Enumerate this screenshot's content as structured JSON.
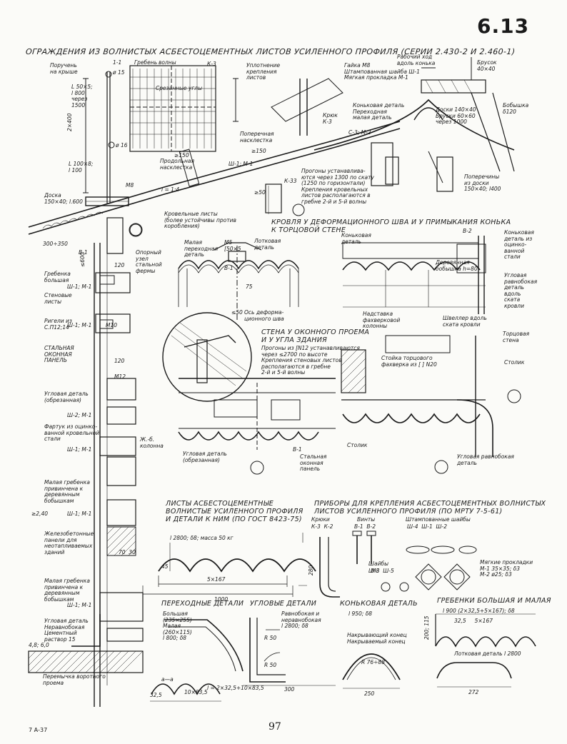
{
  "page_tag": "6.13",
  "title": "ОГРАЖДЕНИЯ ИЗ ВОЛНИСТЫХ АСБЕСТОЦЕМЕНТНЫХ ЛИСТОВ УСИЛЕННОГО ПРОФИЛЯ (СЕРИИ 2.430-2 И 2.460-1)",
  "page_number": "97",
  "footer_code": "7 А-37",
  "sections": {
    "deformation_seam": "КРОВЛЯ У ДЕФОРМАЦИОННОГО ШВА И У ПРИМЫКАНИЯ КОНЬКА\nК ТОРЦОВОЙ СТЕНЕ",
    "window_wall": "СТЕНА У ОКОННОГО ПРОЕМА\nИ У УГЛА ЗДАНИЯ",
    "sheets_details": "ЛИСТЫ АСБЕСТОЦЕМЕНТНЫЕ\nВОЛНИСТЫЕ УСИЛЕННОГО ПРОФИЛЯ\nИ ДЕТАЛИ К НИМ (ПО ГОСТ 8423-75)",
    "fasteners": "ПРИБОРЫ ДЛЯ КРЕПЛЕНИЯ АСБЕСТОЦЕМЕНТНЫХ ВОЛНИСТЫХ\nЛИСТОВ УСИЛЕННОГО ПРОФИЛЯ (ПО МРТУ 7-5-61)",
    "transition": "ПЕРЕХОДНЫЕ ДЕТАЛИ",
    "corner": "УГЛОВЫЕ ДЕТАЛИ",
    "ridge": "КОНЬКОВАЯ ДЕТАЛЬ",
    "gutter": "ГРЕБЕНКИ БОЛЬШАЯ И МАЛАЯ"
  },
  "labels": {
    "l01": "Поручень\nна крыше",
    "l02": "1-1",
    "l03": "Гребень",
    "l04": "волны",
    "l05": "К-3",
    "l06": "Уплотнение\nкрепления\nлистов",
    "l07": "Срезанные углы",
    "l08": "Поперечная\nнасклестка",
    "l09": "Продольная\nнасклестка",
    "l10": "Ш-1; М-1",
    "l11": "Гайка М8\nШтампованная шайба Ш-1\nМягкая прокладка М-1",
    "l12": "Рабочий ход\nвдоль конька",
    "l13": "Брусок\n40×40",
    "l14": "Коньковая деталь\nПереходная\nмалая деталь",
    "l15": "Доски 140×40\nБруски 60×60\nчерез 1000",
    "l16": "Бобышка\nδ120",
    "l17": "Крюк\nК-3",
    "l18": "С-3; М-2",
    "l19": "Прогоны устанавлива-\nются через 1300 по скату\n(1250 по горизонтали)\nКрепления кровельных\nлистов располагаются в\nгребне 2-й и 5-й волны",
    "l20": "Поперечины\nиз доски\n150×40; l400",
    "l21": "Доска\n150×40; l.600",
    "l22": "М8",
    "l23": "Кровельные листы\n(более устойчивы против\nкоробления)",
    "l24": "300÷350",
    "l25": "Опорный\nузел\nстальной\nфермы",
    "l26": "Гребенка\nбольшая",
    "l27": "Стеновые\nлисты",
    "l28": "Ригели из\nС.П12;14",
    "l29": "СТАЛЬНАЯ\nОКОННАЯ\nПАНЕЛЬ",
    "l30": "Угловая деталь\n(обрезанная)",
    "l31": "Фартук из оцинко-\nванной кровельной\nстали",
    "l32": "Ж.-б.\nколонна",
    "l33": "Малая гребенка\nпривинчена к\nдеревянным\nбобышкам",
    "l34": "Железобетонные\nпанели для\nнеотапливаемых\nзданий",
    "l35": "Малая гребенка\nпривинчена к\nдеревянным\nбобышкам",
    "l36": "Угловая деталь\nНеравнобокая\nЦементный\nраствор 15",
    "l37": "Перемычка воротного\nпроема",
    "l38": "Лотковая\nдеталь",
    "l39": "Малая\nпереходная\nдеталь",
    "l40": "Коньковая\nдеталь",
    "l41": "Ось деформа-\nционного шва",
    "l42": "Коньковая\nдеталь из\nоцинко-\nванной\nстали",
    "l43": "Деревянная\nбобышка h=80",
    "l44": "Угловая\nравнобокая\nдеталь\nвдоль\nската\nкровли",
    "l45": "Надставка\nфахверковой\nколонны",
    "l46": "Швеллер вдоль\nската кровли",
    "l47": "Торцовая\nстена",
    "l48": "Прогоны из [N12 устанавливаются\nчерез ≤2700 по высоте\nКрепления стеновых листов\nрасполагаются в гребне\n2-й и 5-й волны",
    "l49": "Стойка торцового\nфахверка из [ ] N20",
    "l50": "Столик",
    "l51": "Столик",
    "l52": "Угловая деталь\n(обрезанная)",
    "l53": "Стальная\nоконная\nпанель",
    "l54": "Угловая равнобокая\nдеталь",
    "l55": "l 2800; δ8; масса 50 кг",
    "l56": "1000",
    "l57": "5×167",
    "l58": "Крюки",
    "l59": "Винты",
    "l60": "Штампованные шайбы",
    "l61": "К-3  К-2",
    "l62": "В-1  В-2",
    "l63": "Ш-4  Ш-1  Ш-2",
    "l64": "Шайбы",
    "l65": "Ш-3  Ш-5",
    "l66": "Мягкие прокладки\nМ-1 35×35; δ3\nМ-2 ø25; δ3",
    "l67": "Большая\n(235×255)\nМалая\n(260×115)\nl 800; δ8",
    "l68": "Равнобокая и\nнеравнобокая\nl 2800; δ8",
    "l69": "l 950; δ8",
    "l70": "l 900 (2×32,5+5×167); δ8",
    "l71": "Накрывающий конец\nНакрываемый конец",
    "l72": "Лотковая деталь l 2800",
    "l73": "l = 2×32,5+10×83,5",
    "l74": "а—а",
    "l75": "К-33",
    "l76": "В-1",
    "l77": "В-1",
    "l78": "В-2",
    "l79": "В-1",
    "l80": "Ш-1; М-1",
    "l81": "Ш-1; М-1",
    "l82": "Ш-2; М-1",
    "l83": "Ш-1; М-1",
    "l84": "Ш-1; М-1",
    "l85": "Ш-1; М-1",
    "l86": "2×400",
    "l87": "L 50×5;\nl 800\nчерез\n1500",
    "l88": "L 100×8;\nl 100",
    "l89": "i = 1:4",
    "l90": "≥150",
    "l91": "≥150",
    "l92": "≥50",
    "l93": "120",
    "l94": "≤600",
    "l95": "М5\n[50×5",
    "l96": "75",
    "l97": "≤50",
    "l98": "250",
    "l99": "300",
    "l100": "272",
    "l101": "R 76÷88",
    "l102": "≥2,40",
    "l103": "70  30",
    "l104": "4,8; 6,0",
    "l105": "ø 15",
    "l106": "ø 16",
    "l107": "R 50",
    "l108": "R 50",
    "l109": "32,5",
    "l110": "10×83,5",
    "l111": "200; 115",
    "l112": "32,5     5×167",
    "l113": "280",
    "l114": "45",
    "l115": "М8",
    "l116": "120",
    "l117": "М12",
    "l118": "М10"
  }
}
